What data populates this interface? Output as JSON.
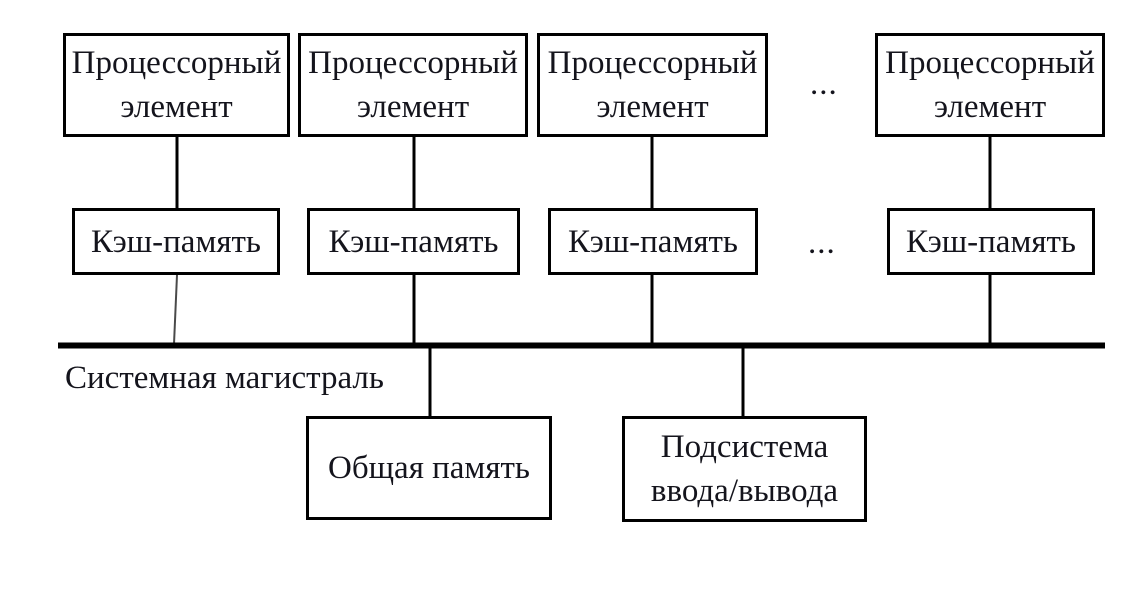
{
  "diagram": {
    "description": "Block diagram of a shared-memory multiprocessor system with a common system bus",
    "colors": {
      "background": "#ffffff",
      "line": "#000000",
      "text": "#14141c"
    },
    "processors": [
      {
        "label": "Процессорный элемент"
      },
      {
        "label": "Процессорный элемент"
      },
      {
        "label": "Процессорный элемент"
      },
      {
        "label": "Процессорный элемент"
      }
    ],
    "processor_row_ellipsis": "...",
    "caches": [
      {
        "label": "Кэш-память"
      },
      {
        "label": "Кэш-память"
      },
      {
        "label": "Кэш-память"
      },
      {
        "label": "Кэш-память"
      }
    ],
    "cache_row_ellipsis": "...",
    "bus": {
      "label": "Системная магистраль"
    },
    "shared_memory": {
      "label": "Общая память"
    },
    "io_subsystem": {
      "label": "Подсистема ввода/вывода"
    }
  }
}
